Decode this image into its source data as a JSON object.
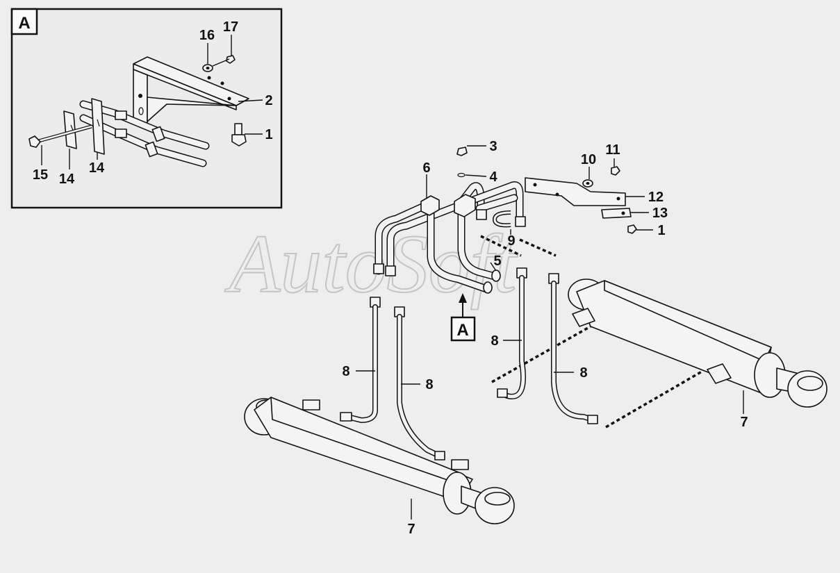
{
  "watermark": "AutoSoft",
  "inset": {
    "title": "A"
  },
  "view_marker": "A",
  "labels": {
    "l1a": "1",
    "l2": "2",
    "l14a": "14",
    "l14b": "14",
    "l15": "15",
    "l16": "16",
    "l17": "17",
    "l3": "3",
    "l4": "4",
    "l5": "5",
    "l6": "6",
    "l8a": "8",
    "l8b": "8",
    "l8c": "8",
    "l8d": "8",
    "l9": "9",
    "l10": "10",
    "l11": "11",
    "l12": "12",
    "l13": "13",
    "l1b": "1",
    "l7a": "7",
    "l7b": "7"
  }
}
